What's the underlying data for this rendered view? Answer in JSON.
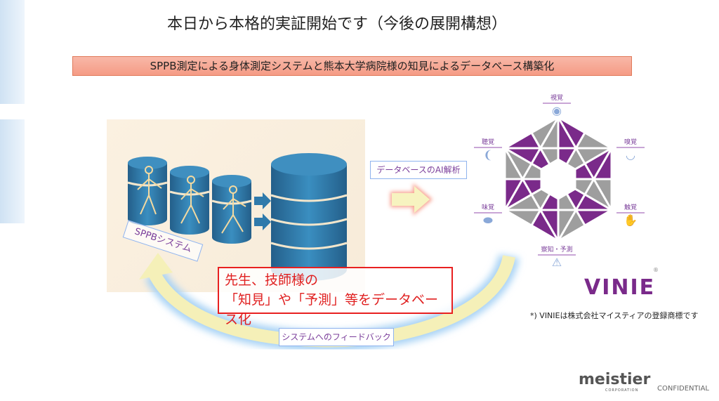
{
  "title": "本日から本格的実証開始です（今後の展開構想）",
  "banner": "SPPB測定による身体測定システムと熊本大学病院様の知見によるデータベース構築化",
  "ai_label": "データベースのAI解析",
  "sppb_label": "SPPBシステム",
  "red_box": {
    "line1": "先生、技師様の",
    "line2": "「知見」や「予測」等をデータベース化"
  },
  "feedback_label": "システムへのフィードバック",
  "senses": {
    "top": "視覚",
    "upper_left": "聴覚",
    "upper_right": "嗅覚",
    "lower_left": "味覚",
    "lower_right": "触覚",
    "bottom": "察知・予測"
  },
  "vinie_logo": "VINIE",
  "registered": "®",
  "note": "*) VINIEは株式会社マイスティアの登録商標です",
  "footer": {
    "logo": "meistier",
    "corp": "CORPORATION",
    "confidential": "CONFIDENTIAL"
  },
  "colors": {
    "purple": "#7a2a8a",
    "gray": "#9e9e9e",
    "db_blue": "#2f7aab"
  }
}
